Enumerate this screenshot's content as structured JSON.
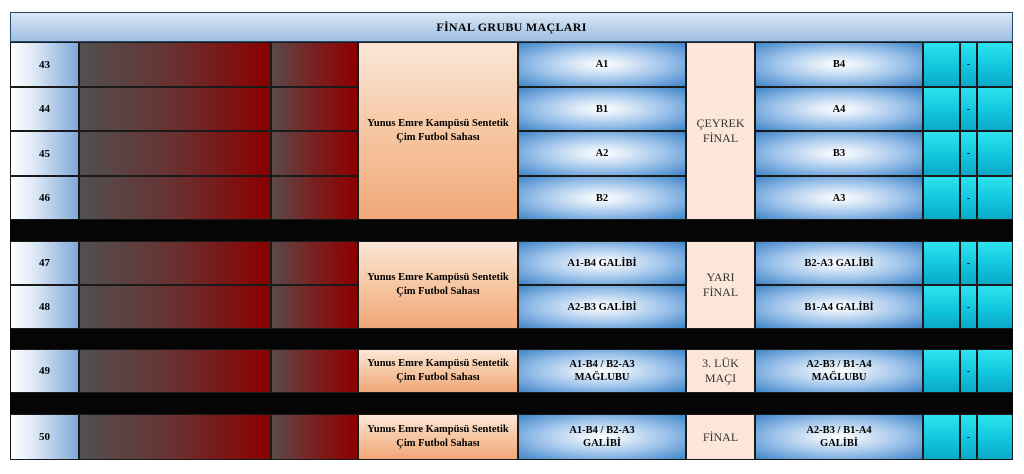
{
  "title": "FİNAL GRUBU MAÇLARI",
  "matches": [
    {
      "no": "43",
      "home": "A1",
      "away": "B4",
      "score": "-"
    },
    {
      "no": "44",
      "home": "B1",
      "away": "A4",
      "score": "-"
    },
    {
      "no": "45",
      "home": "A2",
      "away": "B3",
      "score": "-"
    },
    {
      "no": "46",
      "home": "B2",
      "away": "A3",
      "score": "-"
    },
    {
      "no": "47",
      "home": "A1-B4 GALİBİ",
      "away": "B2-A3 GALİBİ",
      "score": "-"
    },
    {
      "no": "48",
      "home": "A2-B3 GALİBİ",
      "away": "B1-A4 GALİBİ",
      "score": "-"
    },
    {
      "no": "49",
      "home": "A1-B4 / B2-A3 MAĞLUBU",
      "away": "A2-B3 / B1-A4 MAĞLUBU",
      "score": "-"
    },
    {
      "no": "50",
      "home": "A1-B4 / B2-A3 GALİBİ",
      "away": "A2-B3 / B1-A4 GALİBİ",
      "score": "-"
    }
  ],
  "groups": [
    {
      "venue": "Yunus Emre Kampüsü Sentetik Çim Futbol Sahası",
      "stage": "ÇEYREK FİNAL"
    },
    {
      "venue": "Yunus Emre Kampüsü Sentetik Çim Futbol Sahası",
      "stage": "YARI FİNAL"
    },
    {
      "venue": "Yunus Emre Kampüsü Sentetik Çim Futbol Sahası",
      "stage": "3. LÜK MAÇI"
    },
    {
      "venue": "Yunus Emre Kampüsü Sentetik Çim Futbol Sahası",
      "stage": "FİNAL"
    }
  ]
}
